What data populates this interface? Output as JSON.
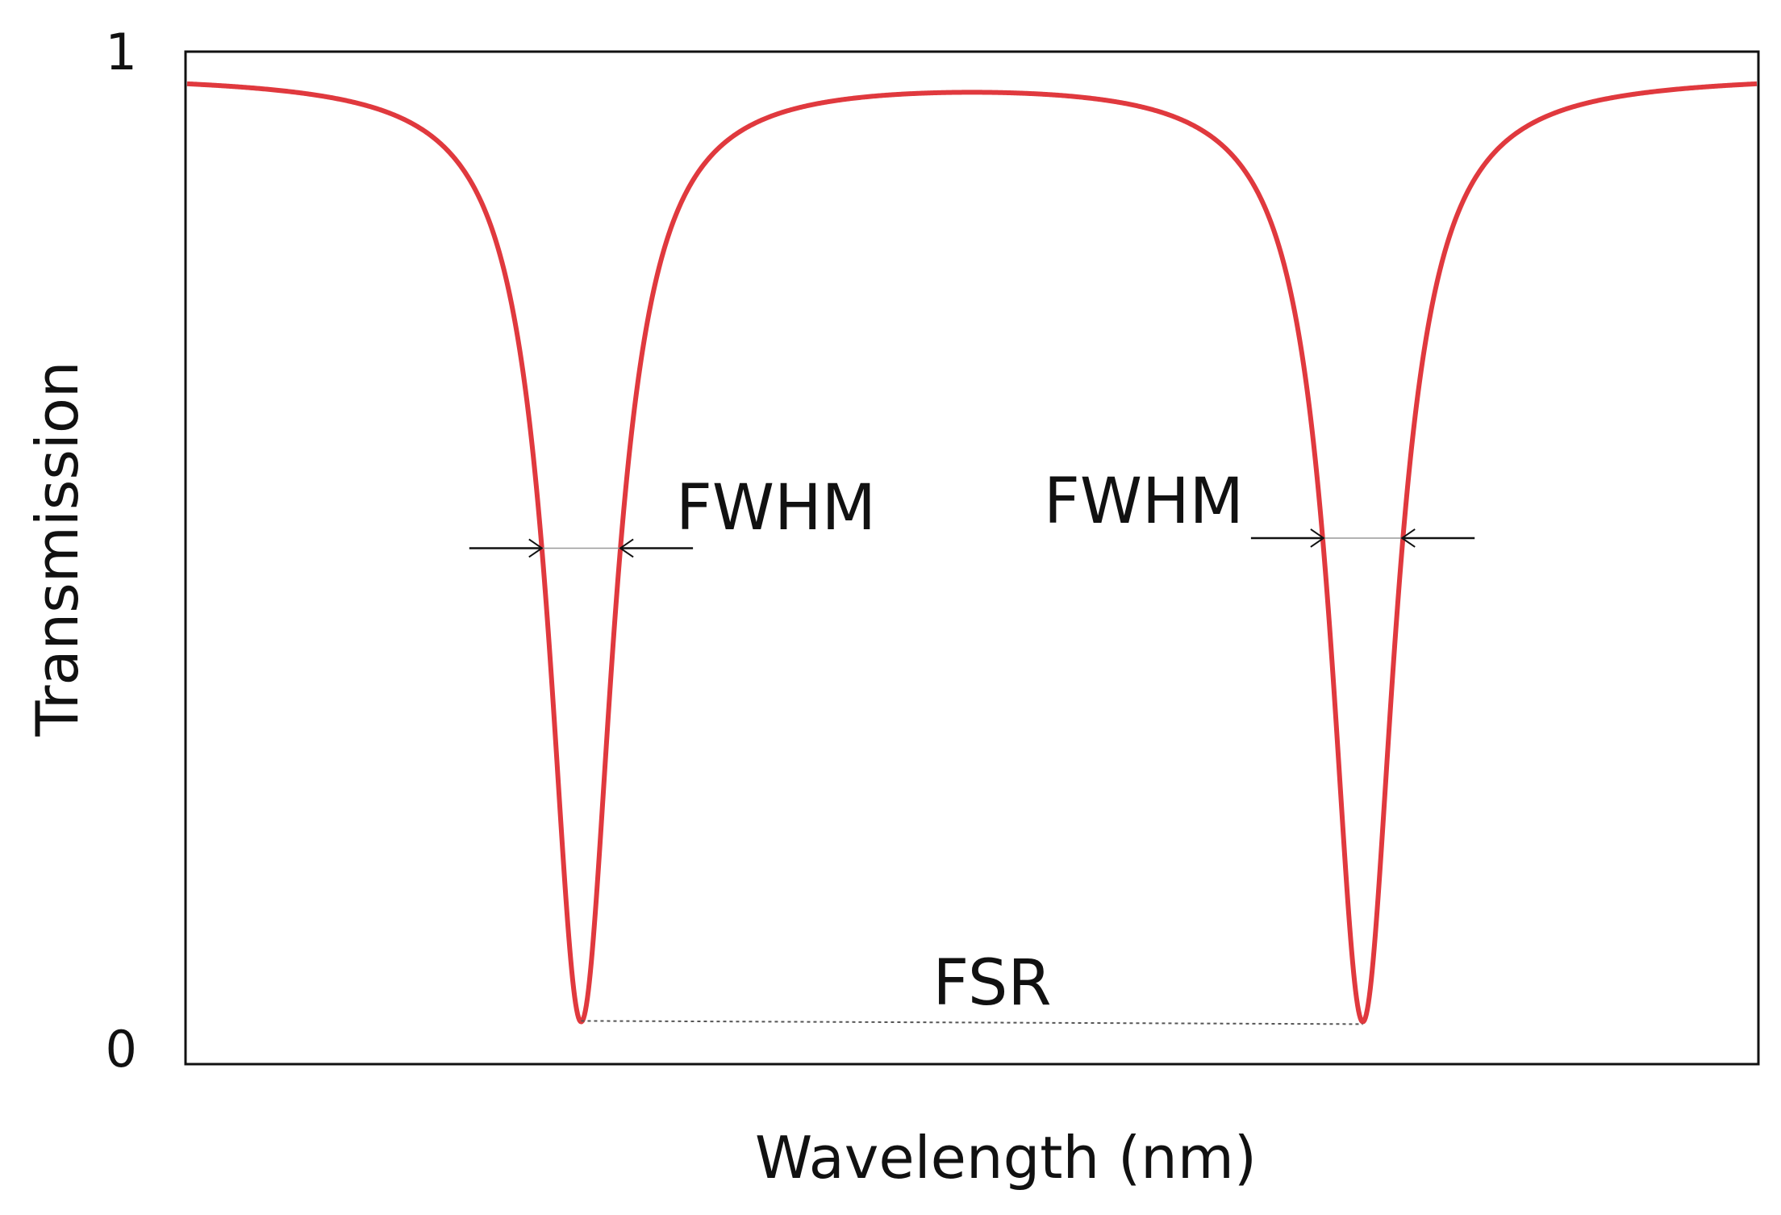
{
  "chart_data": {
    "type": "line",
    "xlabel": "Wavelength (nm)",
    "ylabel": "Transmission",
    "ylim": [
      0,
      1
    ],
    "y_ticks": [
      "0",
      "1"
    ],
    "x_ticks": [],
    "grid": false,
    "legend": "none",
    "series": [
      {
        "color": "#e0393e",
        "resonances": [
          {
            "center": 0.251,
            "fwhm": 0.05,
            "depth": 0.958
          },
          {
            "center": 0.749,
            "fwhm": 0.05,
            "depth": 0.958
          }
        ],
        "baseline": 0.98,
        "xlim": [
          0,
          1
        ]
      }
    ],
    "annotations": [
      {
        "id": "fwhm-left",
        "text": "FWHM",
        "level": 0.51,
        "x_from": 0.226,
        "x_to": 0.276
      },
      {
        "id": "fwhm-right",
        "text": "FWHM",
        "level": 0.52,
        "x_from": 0.724,
        "x_to": 0.774
      },
      {
        "id": "fsr",
        "text": "FSR",
        "level": 0.042,
        "x_from": 0.251,
        "x_to": 0.749
      }
    ]
  }
}
